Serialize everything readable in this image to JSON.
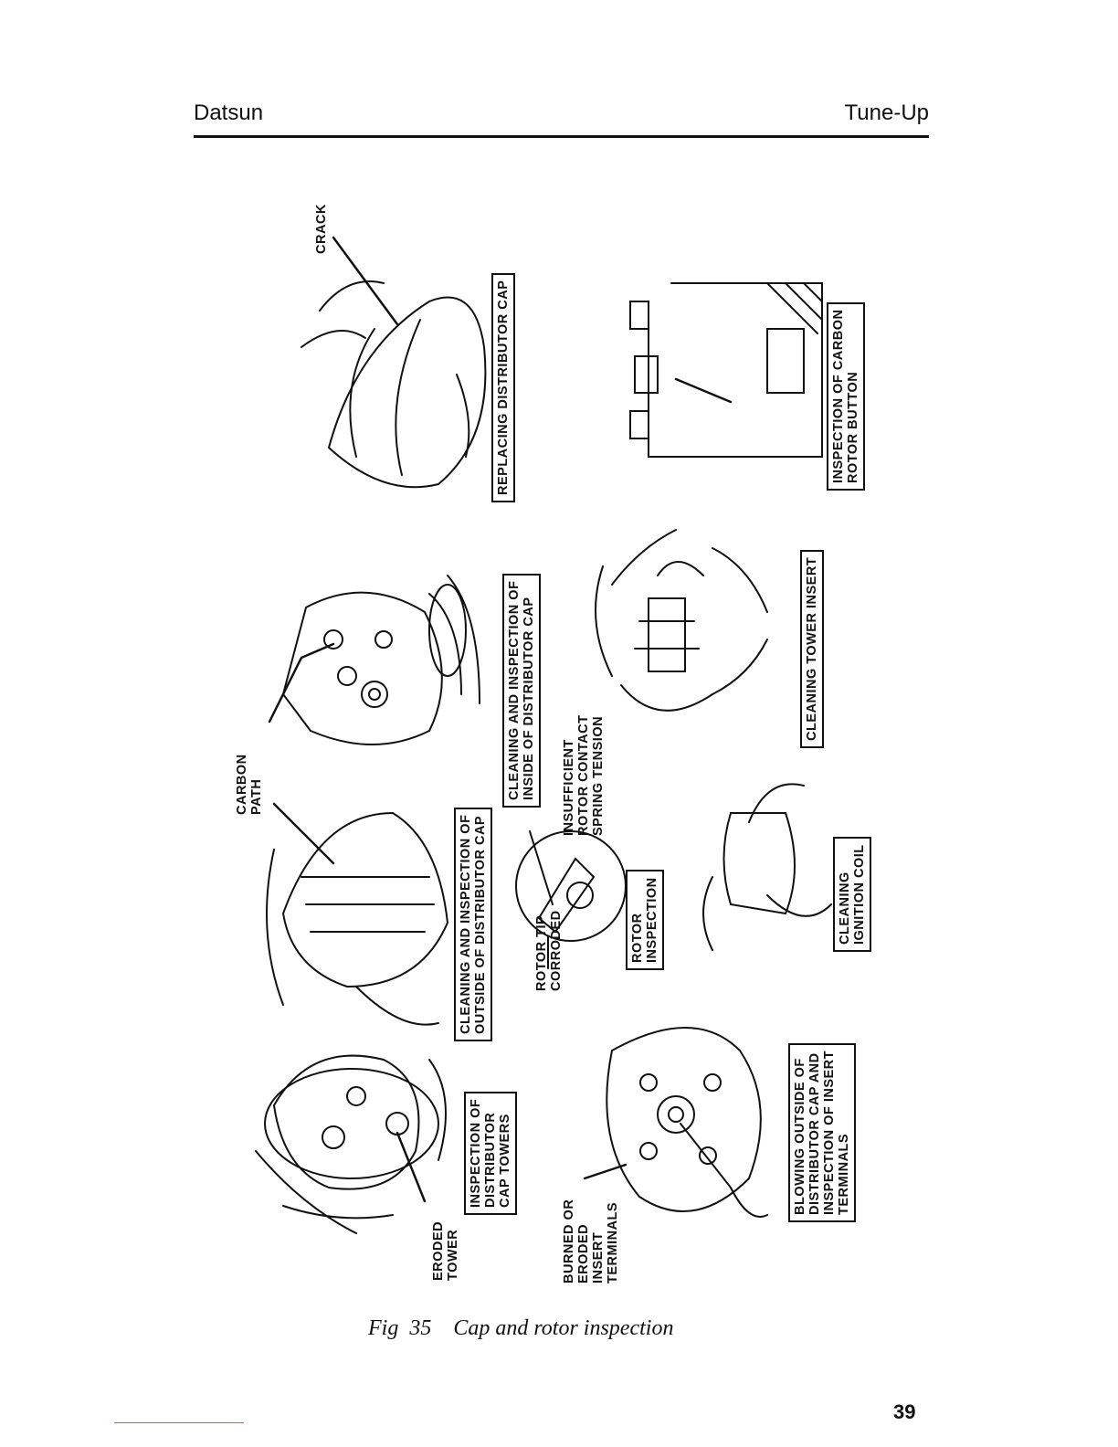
{
  "header": {
    "left": "Datsun",
    "right": "Tune-Up"
  },
  "figure": {
    "labels": {
      "eroded_tower": "ERODED\nTOWER",
      "inspection_towers": "INSPECTION OF\nDISTRIBUTOR\nCAP TOWERS",
      "burned_eroded": "BURNED OR\nERODED\nINSERT\nTERMINALS",
      "blowing_outside": "BLOWING OUTSIDE OF\nDISTRIBUTOR CAP AND\nINSPECTION OF INSERT\nTERMINALS",
      "cleaning_outside": "CLEANING AND INSPECTION OF\nOUTSIDE OF DISTRIBUTOR CAP",
      "carbon_path": "CARBON\nPATH",
      "rotor_tip": "ROTOR TIP\nCORRODED",
      "rotor_inspection": "ROTOR\nINSPECTION",
      "insufficient": "INSUFFICIENT\nROTOR CONTACT\nSPRING TENSION",
      "cleaning_coil": "CLEANING\nIGNITION COIL",
      "cleaning_inside": "CLEANING AND INSPECTION OF\nINSIDE OF DISTRIBUTOR CAP",
      "cleaning_tower_insert": "CLEANING TOWER INSERT",
      "crack": "CRACK",
      "replacing_cap": "REPLACING DISTRIBUTOR CAP",
      "carbon_button": "INSPECTION OF CARBON\nROTOR BUTTON"
    }
  },
  "caption": "Fig  35    Cap and rotor inspection",
  "page_number": "39"
}
